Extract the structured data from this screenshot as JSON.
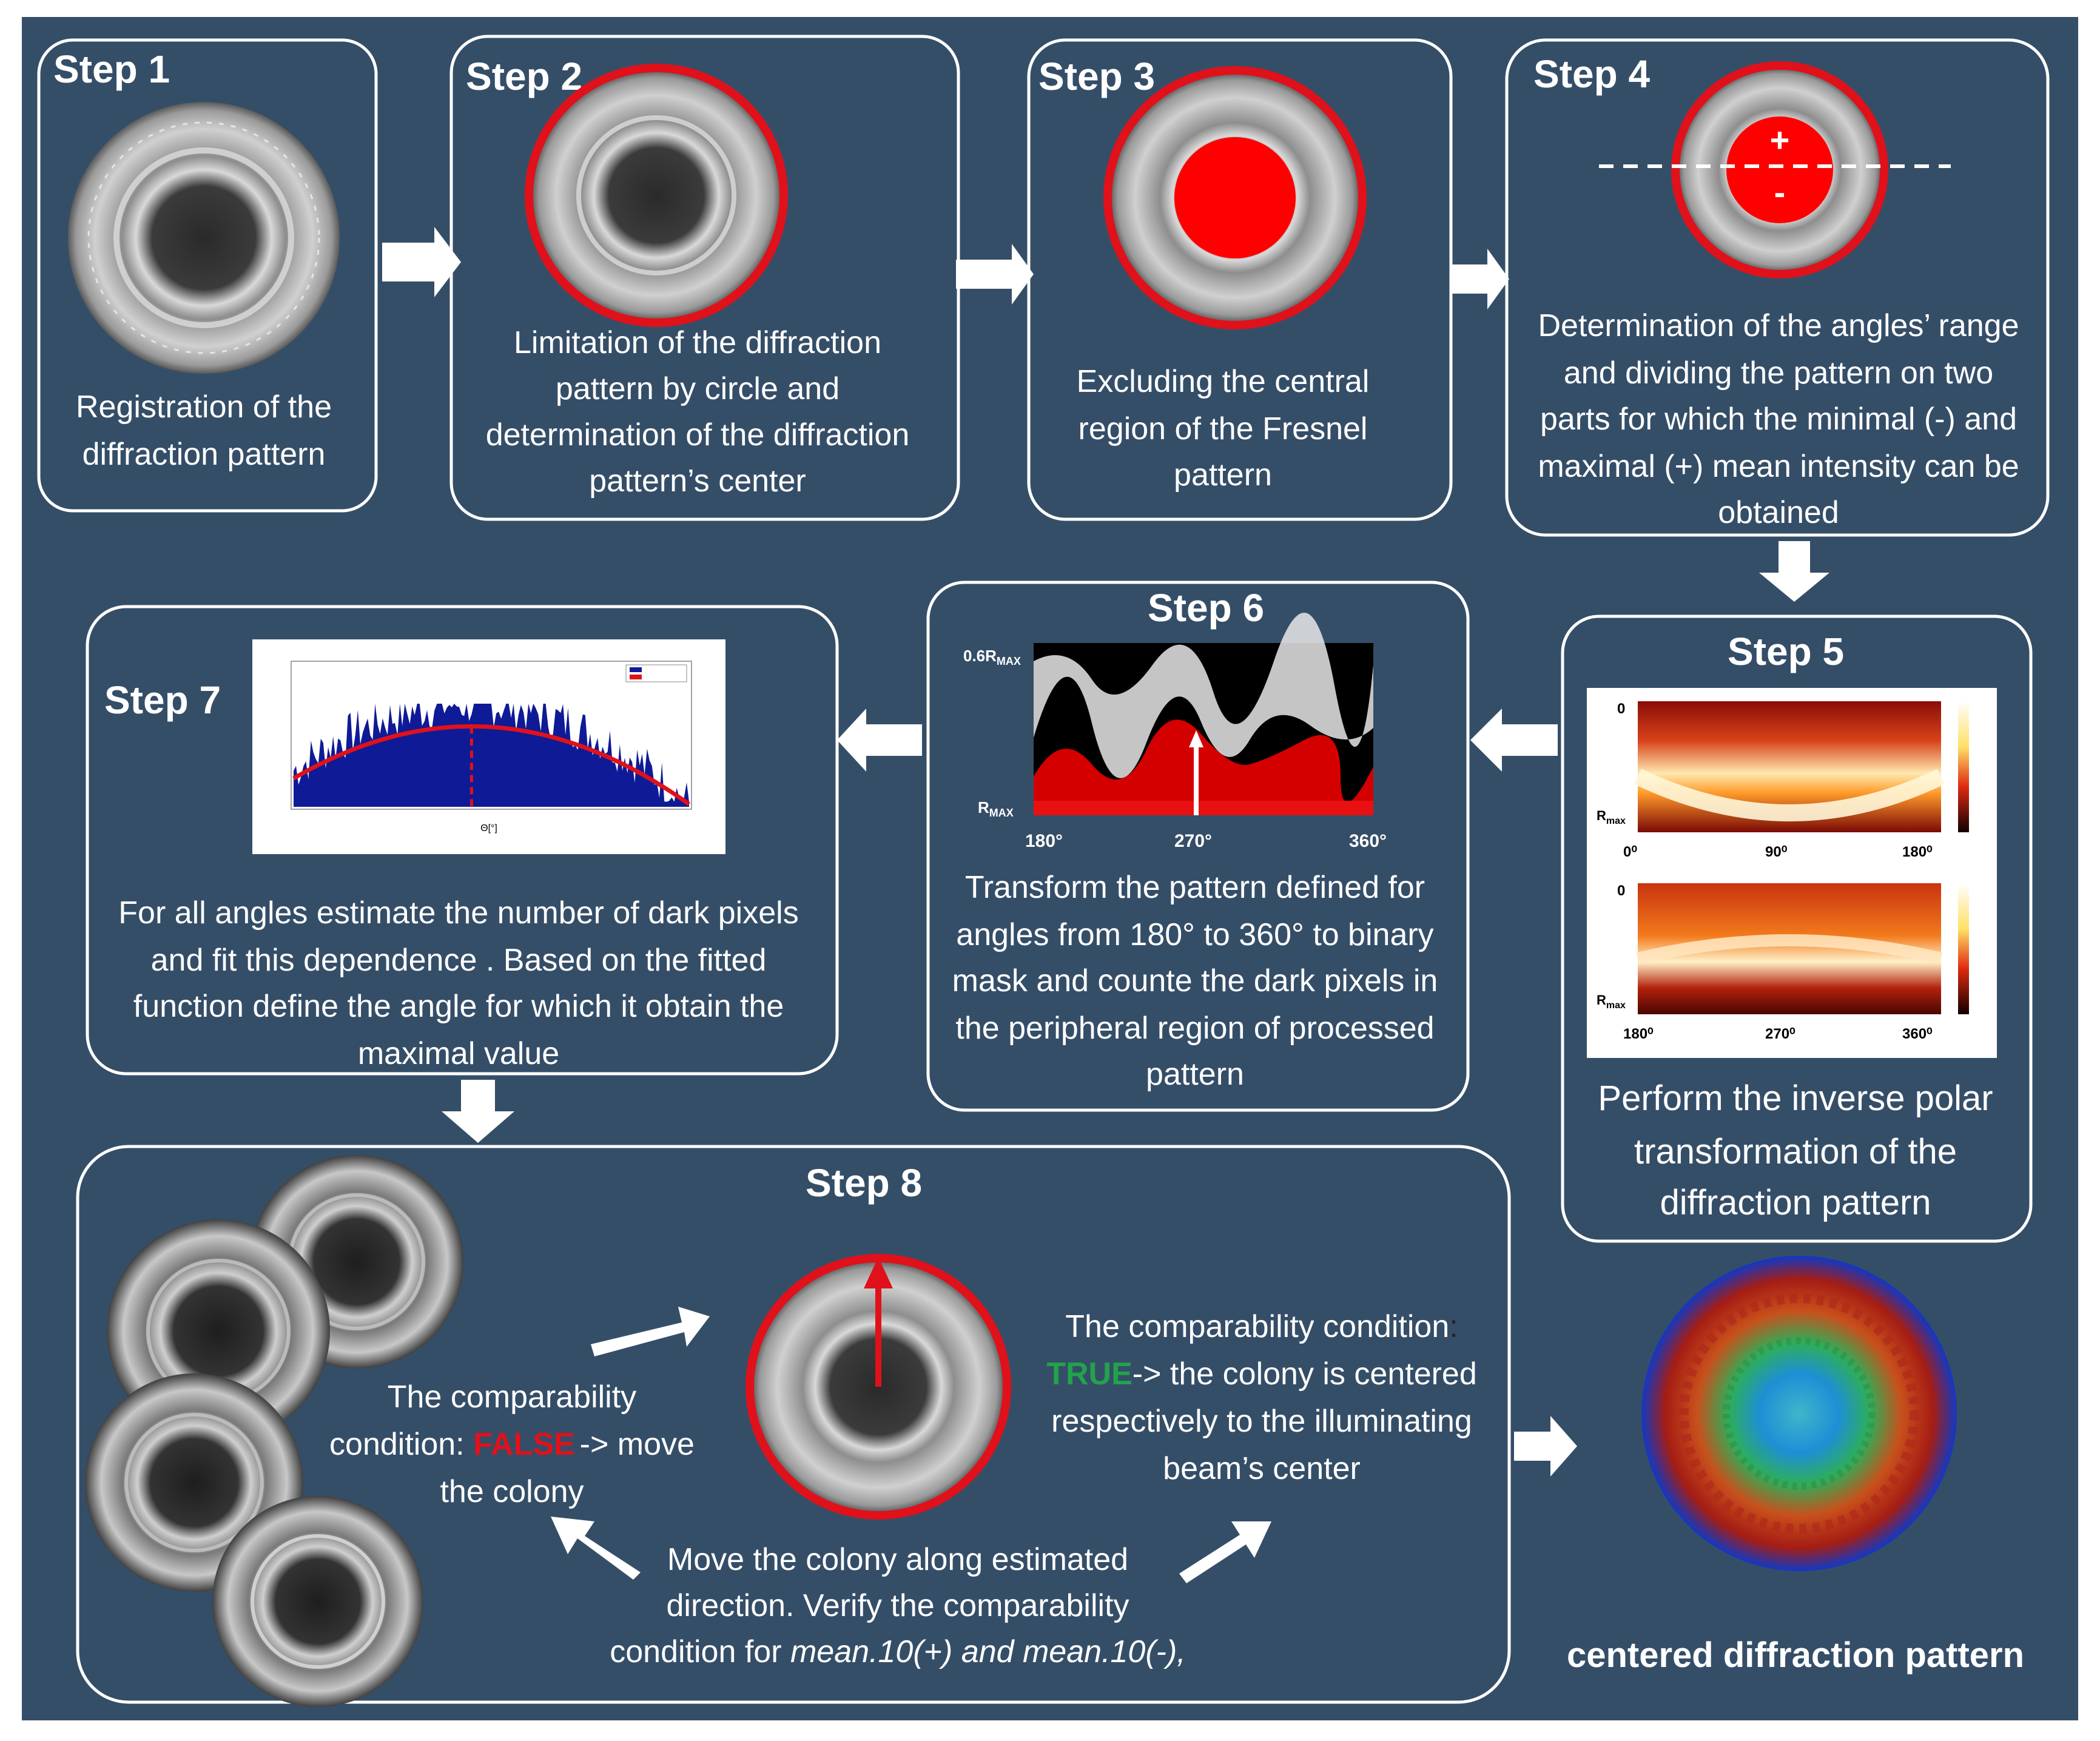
{
  "colors": {
    "background": "#354e68",
    "box_stroke": "#ffffff",
    "accent_red": "#e0111a",
    "false_red": "#e0111a",
    "true_green": "#21a34b"
  },
  "steps": {
    "s1": {
      "title": "Step 1",
      "lines": [
        "Registration of the",
        "diffraction pattern"
      ]
    },
    "s2": {
      "title": "Step 2",
      "lines": [
        "Limitation of the diffraction",
        "pattern by circle and",
        "determination of the diffraction",
        "pattern’s center"
      ]
    },
    "s3": {
      "title": "Step 3",
      "lines": [
        "Excluding the central",
        "region of the Fresnel",
        "pattern"
      ]
    },
    "s4": {
      "title": "Step 4",
      "plus": "+",
      "minus": "-",
      "lines": [
        "Determination of the angles’ range",
        "and dividing the  pattern on two",
        "parts for which the minimal (-) and",
        "maximal (+) mean intensity can be",
        "obtained"
      ]
    },
    "s5": {
      "title": "Step 5",
      "lines": [
        "Perform the inverse polar",
        "transformation of the",
        "diffraction pattern"
      ],
      "zero": "0",
      "rmax": "R",
      "rmax_sub": "max",
      "top_ticks": [
        "0⁰",
        "90⁰",
        "180⁰"
      ],
      "bottom_ticks": [
        "180⁰",
        "270⁰",
        "360⁰"
      ]
    },
    "s6": {
      "title": "Step 6",
      "lines": [
        "Transform the pattern defined for",
        "angles from 180° to 360° to binary",
        "mask and counte the dark pixels in",
        "the peripheral region of processed",
        "pattern"
      ],
      "label_top": "0.6R",
      "label_top_sub": "MAX",
      "label_bottom": "R",
      "label_bottom_sub": "MAX",
      "ticks": [
        "180°",
        "270°",
        "360°"
      ]
    },
    "s7": {
      "title": "Step 7",
      "lines": [
        "For all angles estimate the number of dark pixels",
        "and fit  this dependence . Based on the fitted",
        "function define the angle for which it obtain the",
        "maximal value"
      ],
      "xlabel": "Θ[°]"
    },
    "s8": {
      "title": "Step 8",
      "false_lines": [
        "The comparability",
        "condition: ",
        "FALSE",
        "-> move",
        "the colony"
      ],
      "true_lines": [
        "The comparability condition",
        ":",
        "TRUE",
        "-> the colony is centered",
        "respectively to the illuminating",
        "beam’s center"
      ],
      "move_lines": [
        "Move the colony along estimated",
        "direction. Verify the comparability",
        "condition for ",
        "mean.10(+) and mean.10(-),"
      ]
    },
    "final_label": "centered diffraction pattern"
  },
  "chart_data": {
    "type": "bar",
    "title": "",
    "xlabel": "Θ[°]",
    "ylabel": "",
    "description_series": [
      "histogram of dark pixels",
      "quadratic fit"
    ],
    "fit_peak_fraction": 0.45
  }
}
